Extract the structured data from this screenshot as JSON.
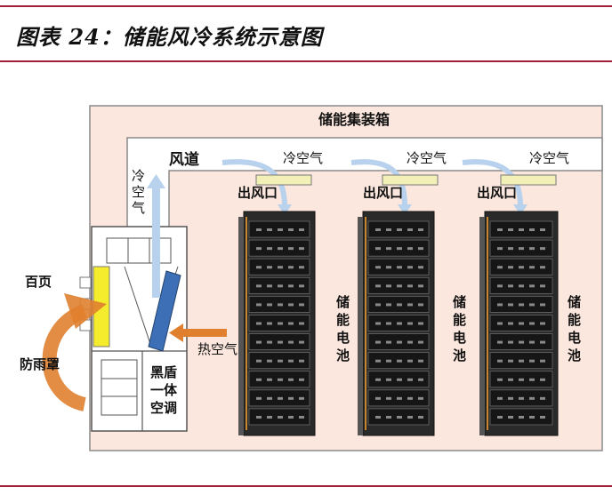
{
  "figure_title": "图表 24：储能风冷系统示意图",
  "container_label": "储能集装箱",
  "duct_label": "风道",
  "cold_air_labels": [
    "冷空气",
    "冷空气",
    "冷空气"
  ],
  "cold_air_up_label": "冷\n空\n气",
  "outlet_labels": [
    "出风口",
    "出风口",
    "出风口"
  ],
  "battery_labels": [
    "储\n能\n电\n池",
    "储\n能\n电\n池",
    "储\n能\n电\n池"
  ],
  "louver_label": "百页",
  "rain_cover_label": "防雨罩",
  "hot_air_label": "热空气",
  "ac_unit_label": "黑盾\n一体\n空调",
  "colors": {
    "rule": "#a3203a",
    "container_fill": "#fbe7dd",
    "cold_arrow": "#b8d1ec",
    "hot_arrow": "#e0802f",
    "outlet_fill": "#f2f0b6",
    "louver_fill": "#f4ec2c",
    "filter_fill": "#3d6fb6",
    "rack": "#1b1b1b"
  }
}
